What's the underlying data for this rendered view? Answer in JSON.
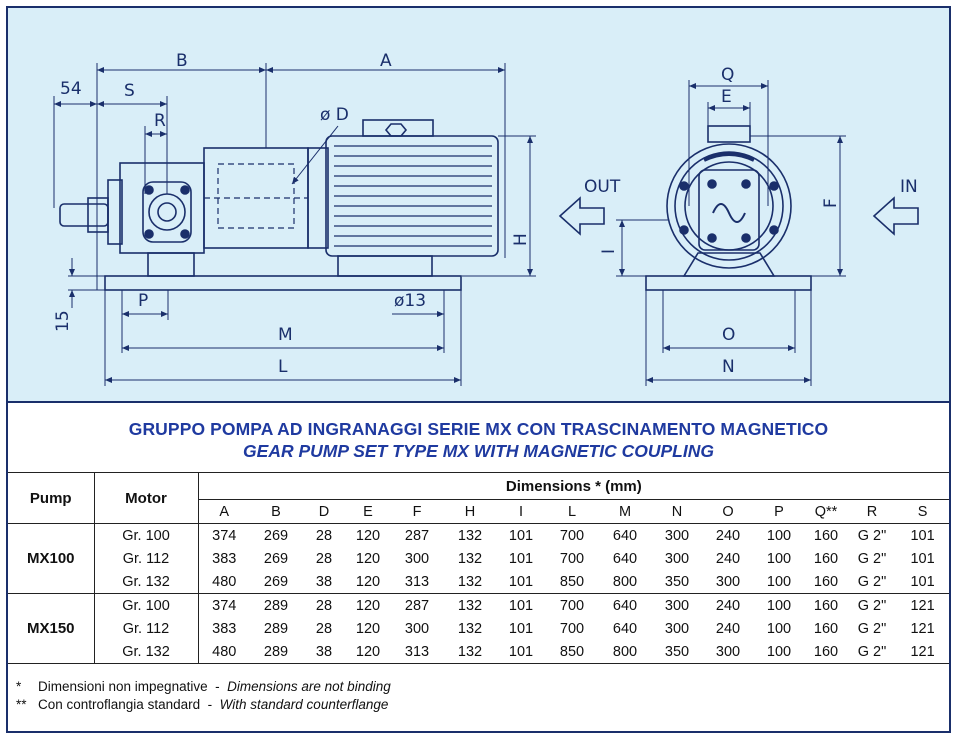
{
  "drawing": {
    "labels": {
      "b": "B",
      "a": "A",
      "dim54": "54",
      "s": "S",
      "r": "R",
      "phi_d": "ø D",
      "p": "P",
      "phi13": "ø13",
      "dim15": "15",
      "m": "M",
      "l": "L",
      "h": "H",
      "q": "Q",
      "e": "E",
      "out": "OUT",
      "in": "IN",
      "i": "I",
      "f": "F",
      "o": "O",
      "n": "N"
    }
  },
  "title": {
    "italian": "GRUPPO POMPA AD INGRANAGGI SERIE MX CON TRASCINAMENTO MAGNETICO",
    "english": "GEAR PUMP SET TYPE MX WITH MAGNETIC COUPLING"
  },
  "table": {
    "pump_header": "Pump",
    "motor_header": "Motor",
    "dims_header": "Dimensions * (mm)",
    "columns": [
      "A",
      "B",
      "D",
      "E",
      "F",
      "H",
      "I",
      "L",
      "M",
      "N",
      "O",
      "P",
      "Q**",
      "R",
      "S"
    ],
    "groups": [
      {
        "pump": "MX100",
        "rows": [
          {
            "motor": "Gr. 100",
            "values": [
              "374",
              "269",
              "28",
              "120",
              "287",
              "132",
              "101",
              "700",
              "640",
              "300",
              "240",
              "100",
              "160",
              "G 2\"",
              "101"
            ]
          },
          {
            "motor": "Gr. 112",
            "values": [
              "383",
              "269",
              "28",
              "120",
              "300",
              "132",
              "101",
              "700",
              "640",
              "300",
              "240",
              "100",
              "160",
              "G 2\"",
              "101"
            ]
          },
          {
            "motor": "Gr. 132",
            "values": [
              "480",
              "269",
              "38",
              "120",
              "313",
              "132",
              "101",
              "850",
              "800",
              "350",
              "300",
              "100",
              "160",
              "G 2\"",
              "101"
            ]
          }
        ]
      },
      {
        "pump": "MX150",
        "rows": [
          {
            "motor": "Gr. 100",
            "values": [
              "374",
              "289",
              "28",
              "120",
              "287",
              "132",
              "101",
              "700",
              "640",
              "300",
              "240",
              "100",
              "160",
              "G 2\"",
              "121"
            ]
          },
          {
            "motor": "Gr. 112",
            "values": [
              "383",
              "289",
              "28",
              "120",
              "300",
              "132",
              "101",
              "700",
              "640",
              "300",
              "240",
              "100",
              "160",
              "G 2\"",
              "121"
            ]
          },
          {
            "motor": "Gr. 132",
            "values": [
              "480",
              "289",
              "38",
              "120",
              "313",
              "132",
              "101",
              "850",
              "800",
              "350",
              "300",
              "100",
              "160",
              "G 2\"",
              "121"
            ]
          }
        ]
      }
    ]
  },
  "notes": [
    {
      "mark": "*",
      "it": "Dimensioni non impegnative",
      "sep": "-",
      "en": "Dimensions are not binding"
    },
    {
      "mark": "**",
      "it": "Con controflangia standard",
      "sep": "-",
      "en": "With standard counterflange"
    }
  ],
  "colors": {
    "drawing_bg": "#d9eef8",
    "frame": "#1a2f6b",
    "title": "#1f3aa0",
    "line": "#1a2f6b"
  }
}
